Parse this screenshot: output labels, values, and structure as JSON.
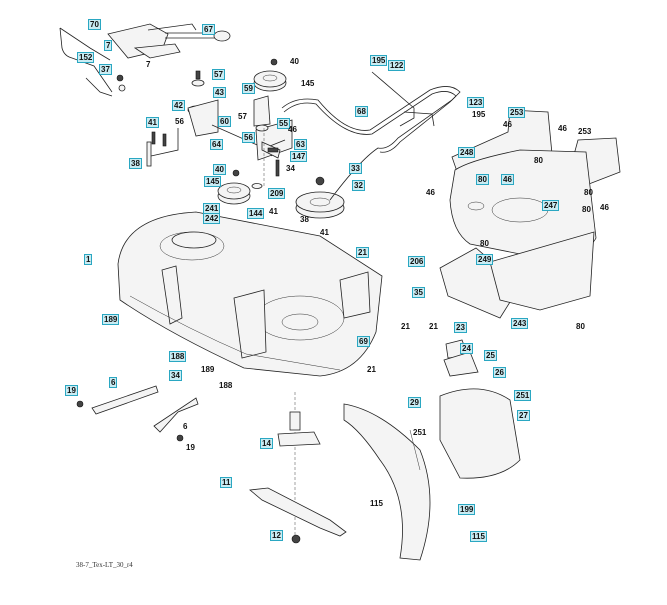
{
  "diagram": {
    "title": "Mower deck parts exploded view",
    "caption": "38-7_Tex-LT_30_r4",
    "labels": [
      {
        "id": "70",
        "boxed": true
      },
      {
        "id": "67",
        "boxed": true
      },
      {
        "id": "7a",
        "text": "7",
        "boxed": true
      },
      {
        "id": "152",
        "text": "152",
        "boxed": true
      },
      {
        "id": "7b",
        "text": "7",
        "boxed": false
      },
      {
        "id": "37",
        "text": "37",
        "boxed": true
      },
      {
        "id": "40a",
        "text": "40",
        "boxed": false
      },
      {
        "id": "57a",
        "text": "57",
        "boxed": true
      },
      {
        "id": "145a",
        "text": "145",
        "boxed": false
      },
      {
        "id": "43",
        "text": "43",
        "boxed": true
      },
      {
        "id": "59",
        "text": "59",
        "boxed": true
      },
      {
        "id": "42",
        "text": "42",
        "boxed": true
      },
      {
        "id": "56a",
        "text": "56",
        "boxed": false
      },
      {
        "id": "60",
        "text": "60",
        "boxed": true
      },
      {
        "id": "57b",
        "text": "57",
        "boxed": false
      },
      {
        "id": "55",
        "text": "55",
        "boxed": true
      },
      {
        "id": "46a",
        "text": "46",
        "boxed": false
      },
      {
        "id": "56b",
        "text": "56",
        "boxed": true
      },
      {
        "id": "64",
        "text": "64",
        "boxed": true
      },
      {
        "id": "63",
        "text": "63",
        "boxed": true
      },
      {
        "id": "147",
        "text": "147",
        "boxed": true
      },
      {
        "id": "41a",
        "text": "41",
        "boxed": true
      },
      {
        "id": "38a",
        "text": "38",
        "boxed": true
      },
      {
        "id": "40b",
        "text": "40",
        "boxed": true
      },
      {
        "id": "34a",
        "text": "34",
        "boxed": false
      },
      {
        "id": "145b",
        "text": "145",
        "boxed": true
      },
      {
        "id": "209",
        "text": "209",
        "boxed": true
      },
      {
        "id": "33",
        "text": "33",
        "boxed": true
      },
      {
        "id": "32",
        "text": "32",
        "boxed": true
      },
      {
        "id": "195a",
        "text": "195",
        "boxed": true
      },
      {
        "id": "122",
        "text": "122",
        "boxed": true
      },
      {
        "id": "68",
        "text": "68",
        "boxed": true
      },
      {
        "id": "123",
        "text": "123",
        "boxed": true
      },
      {
        "id": "195b",
        "text": "195",
        "boxed": false
      },
      {
        "id": "253a",
        "text": "253",
        "boxed": true
      },
      {
        "id": "46b",
        "text": "46",
        "boxed": false
      },
      {
        "id": "46c",
        "text": "46",
        "boxed": false
      },
      {
        "id": "253b",
        "text": "253",
        "boxed": false
      },
      {
        "id": "248",
        "text": "248",
        "boxed": true
      },
      {
        "id": "80a",
        "text": "80",
        "boxed": false
      },
      {
        "id": "80b",
        "text": "80",
        "boxed": true
      },
      {
        "id": "46d",
        "text": "46",
        "boxed": true
      },
      {
        "id": "46e",
        "text": "46",
        "boxed": false
      },
      {
        "id": "247",
        "text": "247",
        "boxed": true
      },
      {
        "id": "80c",
        "text": "80",
        "boxed": false
      },
      {
        "id": "80d",
        "text": "80",
        "boxed": false
      },
      {
        "id": "46f",
        "text": "46",
        "boxed": false
      },
      {
        "id": "80e",
        "text": "80",
        "boxed": false
      },
      {
        "id": "249",
        "text": "249",
        "boxed": true
      },
      {
        "id": "243",
        "text": "243",
        "boxed": true
      },
      {
        "id": "80f",
        "text": "80",
        "boxed": false
      },
      {
        "id": "241",
        "text": "241",
        "boxed": true
      },
      {
        "id": "242",
        "text": "242",
        "boxed": true
      },
      {
        "id": "144",
        "text": "144",
        "boxed": true
      },
      {
        "id": "41b",
        "text": "41",
        "boxed": false
      },
      {
        "id": "38b",
        "text": "38",
        "boxed": false
      },
      {
        "id": "41c",
        "text": "41",
        "boxed": false
      },
      {
        "id": "1",
        "text": "1",
        "boxed": true
      },
      {
        "id": "21a",
        "text": "21",
        "boxed": true
      },
      {
        "id": "206",
        "text": "206",
        "boxed": true
      },
      {
        "id": "35",
        "text": "35",
        "boxed": true
      },
      {
        "id": "21b",
        "text": "21",
        "boxed": false
      },
      {
        "id": "69",
        "text": "69",
        "boxed": true
      },
      {
        "id": "21c",
        "text": "21",
        "boxed": false
      },
      {
        "id": "189a",
        "text": "189",
        "boxed": true
      },
      {
        "id": "188a",
        "text": "188",
        "boxed": true
      },
      {
        "id": "34b",
        "text": "34",
        "boxed": true
      },
      {
        "id": "189b",
        "text": "189",
        "boxed": false
      },
      {
        "id": "188b",
        "text": "188",
        "boxed": false
      },
      {
        "id": "21d",
        "text": "21",
        "boxed": false
      },
      {
        "id": "23",
        "text": "23",
        "boxed": true
      },
      {
        "id": "24",
        "text": "24",
        "boxed": true
      },
      {
        "id": "25",
        "text": "25",
        "boxed": true
      },
      {
        "id": "26",
        "text": "26",
        "boxed": true
      },
      {
        "id": "29",
        "text": "29",
        "boxed": true
      },
      {
        "id": "251a",
        "text": "251",
        "boxed": true
      },
      {
        "id": "27",
        "text": "27",
        "boxed": true
      },
      {
        "id": "251b",
        "text": "251",
        "boxed": false
      },
      {
        "id": "19a",
        "text": "19",
        "boxed": true
      },
      {
        "id": "6a",
        "text": "6",
        "boxed": true
      },
      {
        "id": "6b",
        "text": "6",
        "boxed": false
      },
      {
        "id": "19b",
        "text": "19",
        "boxed": false
      },
      {
        "id": "14",
        "text": "14",
        "boxed": true
      },
      {
        "id": "11",
        "text": "11",
        "boxed": true
      },
      {
        "id": "12",
        "text": "12",
        "boxed": true
      },
      {
        "id": "115a",
        "text": "115",
        "boxed": false
      },
      {
        "id": "199",
        "text": "199",
        "boxed": true
      },
      {
        "id": "115b",
        "text": "115",
        "boxed": true
      }
    ]
  }
}
